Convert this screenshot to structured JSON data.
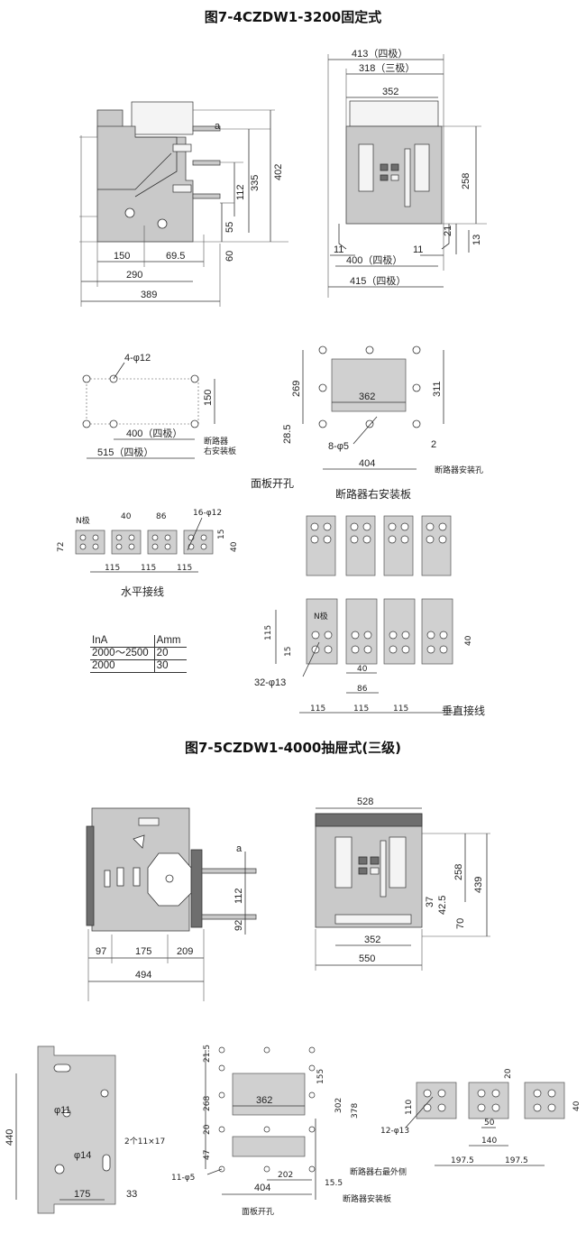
{
  "titles": {
    "fig1": "图7-4CZDW1-3200固定式",
    "fig2": "图7-5CZDW1-4000抽屉式(三级)"
  },
  "fig1_side": {
    "a": "a",
    "d402": "402",
    "d335": "335",
    "d112": "112",
    "d55": "55",
    "d60": "60",
    "d150": "150",
    "d69_5": "69.5",
    "d290": "290",
    "d389": "389"
  },
  "fig1_front": {
    "d413": "413（四极）",
    "d318": "318（三极）",
    "d352": "352",
    "d258": "258",
    "d21": "21",
    "d13": "13",
    "d11a": "11",
    "d11b": "11",
    "d400": "400（四极）",
    "d415": "415（四极）"
  },
  "panel_cut": {
    "holes": "4-φ12",
    "d150": "150",
    "d400": "400（四极）",
    "d515": "515（四极）",
    "note": "断路器\n右安装板",
    "caption": "面板开孔"
  },
  "right_plate": {
    "d269": "269",
    "d311": "311",
    "d362": "362",
    "d28_5": "28.5",
    "holes": "8-φ5",
    "d2": "2",
    "d404": "404",
    "note": "断路器安装孔",
    "caption": "断路器右安装板"
  },
  "horiz": {
    "n": "N极",
    "d40a": "40",
    "d86": "86",
    "holes": "16-φ12",
    "d72": "72",
    "d15": "15",
    "d40b": "40",
    "d115a": "115",
    "d115b": "115",
    "d115c": "115",
    "caption": "水平接线"
  },
  "table": {
    "h1": "InA",
    "h2": "Amm",
    "r1c1": "2000～2500",
    "r1c2": "20",
    "r2c1": "2000",
    "r2c2": "30"
  },
  "vert": {
    "n": "N极",
    "d115": "115",
    "d15": "15",
    "d40": "40",
    "d86": "86",
    "d40r": "40",
    "holes": "32-φ13",
    "s1": "115",
    "s2": "115",
    "s3": "115",
    "caption": "垂直接线"
  },
  "fig2_side": {
    "a": "a",
    "d112": "112",
    "d92": "92",
    "d97": "97",
    "d175": "175",
    "d209": "209",
    "d494": "494"
  },
  "fig2_front": {
    "d528": "528",
    "d258": "258",
    "d439": "439",
    "d37": "37",
    "d42_5": "42.5",
    "d70": "70",
    "d352": "352",
    "d550": "550"
  },
  "fig2_plate": {
    "d440": "440",
    "phi11": "φ11",
    "phi14": "φ14",
    "slot": "2个11×17",
    "d175": "175",
    "d33": "33"
  },
  "fig2_panel": {
    "d21_5": "21.5",
    "d268": "268",
    "d20": "20",
    "d47": "47",
    "d155": "155",
    "d302": "302",
    "d378": "378",
    "d362": "362",
    "d202": "202",
    "d15_5": "15.5",
    "d404": "404",
    "holes": "11-φ5",
    "note1": "断路器右最外侧",
    "note2": "断路器安装板",
    "caption": "面板开孔"
  },
  "fig2_term": {
    "d20": "20",
    "d110": "110",
    "d40": "40",
    "d50": "50",
    "d140": "140",
    "holes": "12-φ13",
    "d197a": "197.5",
    "d197b": "197.5"
  }
}
